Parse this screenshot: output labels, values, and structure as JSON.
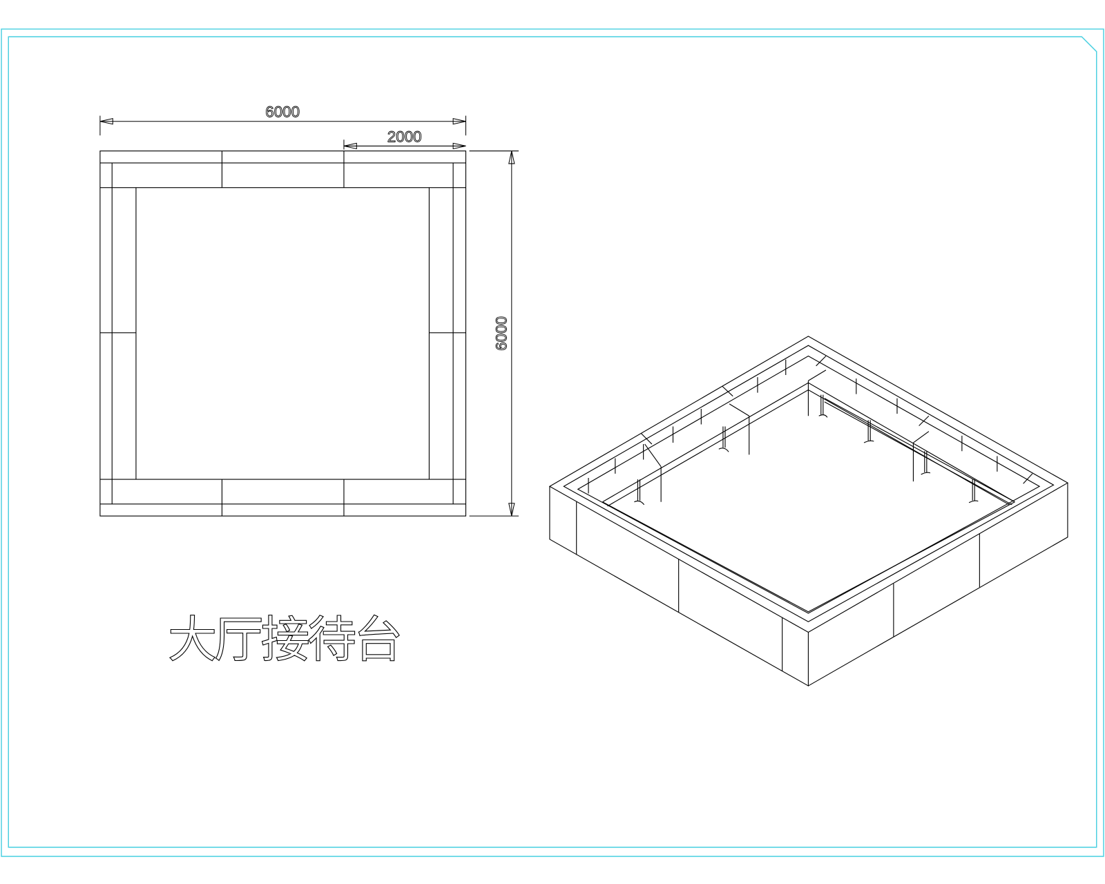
{
  "drawing": {
    "title": "大厅接待台",
    "dimensions": {
      "overall_width": "6000",
      "segment_width": "2000",
      "overall_depth": "6000"
    },
    "colors": {
      "frame": "#46cfe0",
      "line": "#000000"
    }
  }
}
